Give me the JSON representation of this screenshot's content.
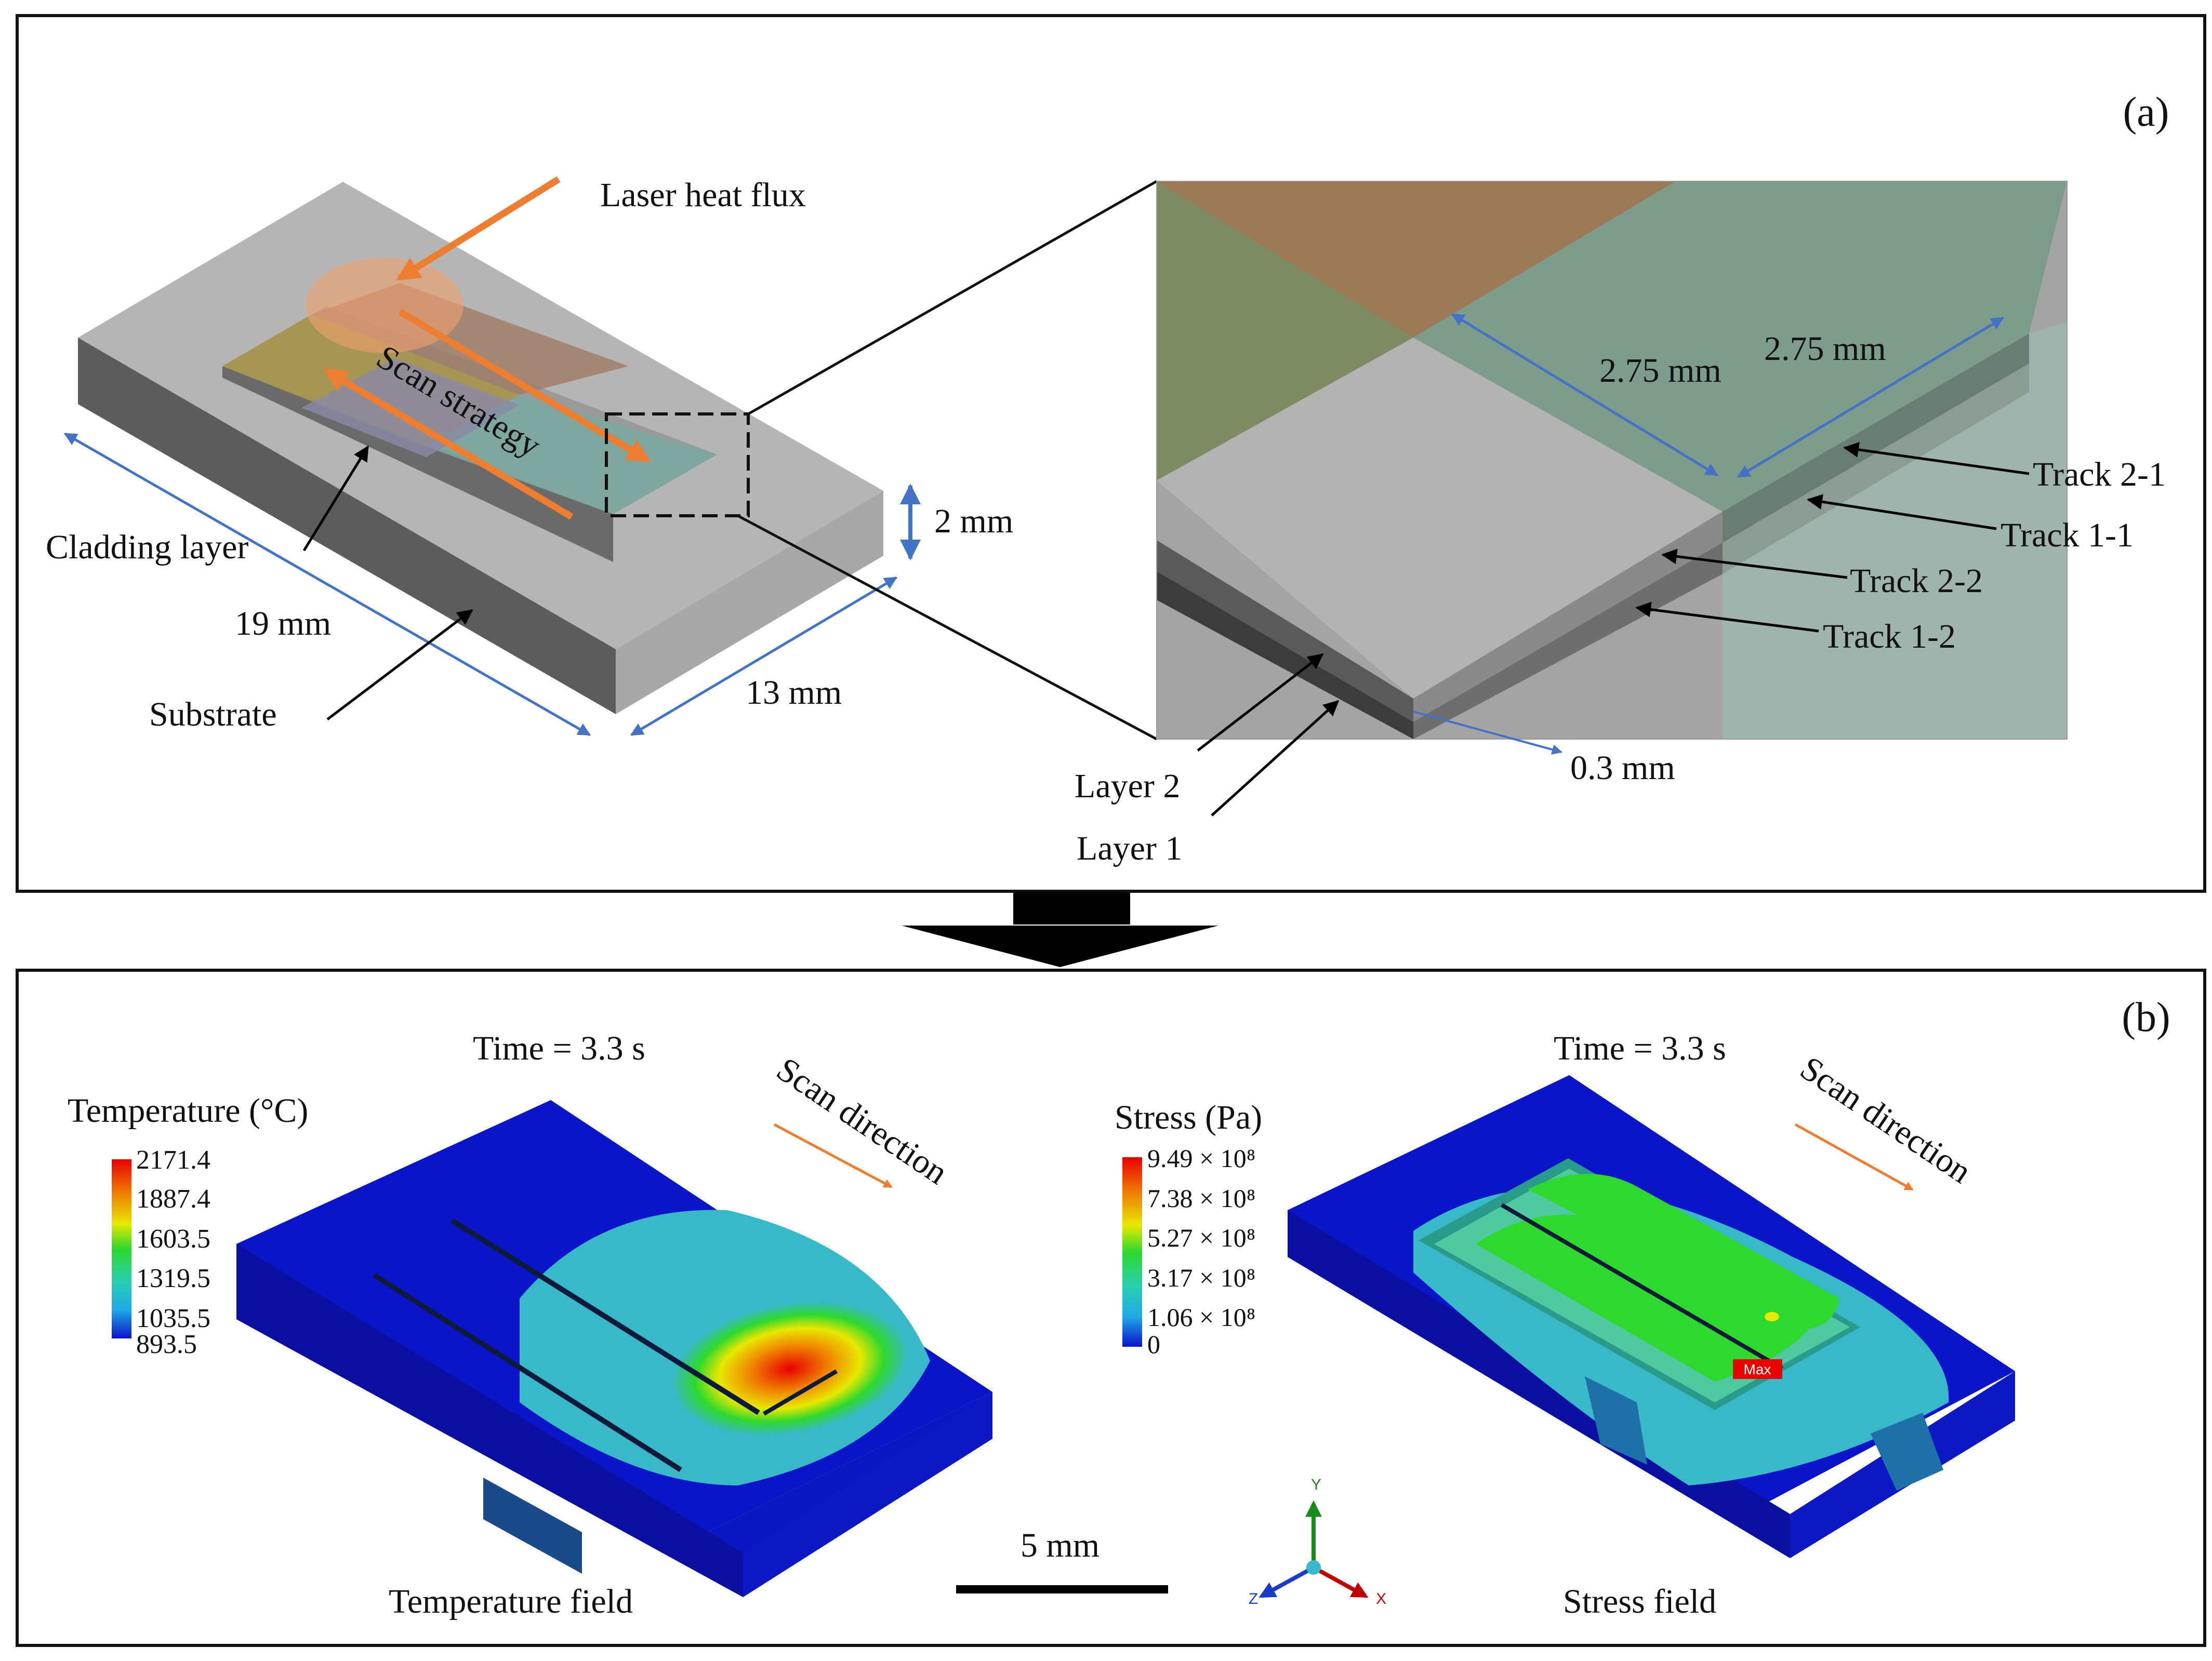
{
  "panel_a": {
    "label": "(a)",
    "laser_heat_flux": "Laser heat flux",
    "scan_strategy": "Scan strategy",
    "cladding_layer": "Cladding layer",
    "substrate": "Substrate",
    "dim_19": "19 mm",
    "dim_13": "13 mm",
    "dim_2": "2 mm",
    "zoom": {
      "dim_275_a": "2.75 mm",
      "dim_275_b": "2.75 mm",
      "dim_03": "0.3 mm",
      "track_21": "Track 2-1",
      "track_11": "Track 1-1",
      "track_22": "Track 2-2",
      "track_12": "Track 1-2",
      "layer_2": "Layer 2",
      "layer_1": "Layer 1"
    }
  },
  "panel_b": {
    "label": "(b)",
    "scale_bar": "5 mm",
    "temperature": {
      "time": "Time = 3.3 s",
      "scan_direction": "Scan direction",
      "legend_title": "Temperature (°C)",
      "legend_values": [
        "2171.4",
        "1887.4",
        "1603.5",
        "1319.5",
        "1035.5",
        "893.5"
      ],
      "caption": "Temperature field"
    },
    "stress": {
      "time": "Time = 3.3 s",
      "scan_direction": "Scan direction",
      "legend_title": "Stress (Pa)",
      "legend_values": [
        "9.49 × 10⁸",
        "7.38 × 10⁸",
        "5.27 × 10⁸",
        "3.17 × 10⁸",
        "1.06 × 10⁸",
        "0"
      ],
      "caption": "Stress field",
      "max_tag": "Max"
    },
    "axes": {
      "y": "Y",
      "z": "Z",
      "x": "X"
    }
  },
  "colors": {
    "arrow_blue": "#4472c4",
    "laser_orange": "#ed7d31",
    "fem_blue": "#0a14c8",
    "fem_cyan": "#38b8c8",
    "fem_green": "#2ed82e",
    "fem_red": "#e80000"
  }
}
